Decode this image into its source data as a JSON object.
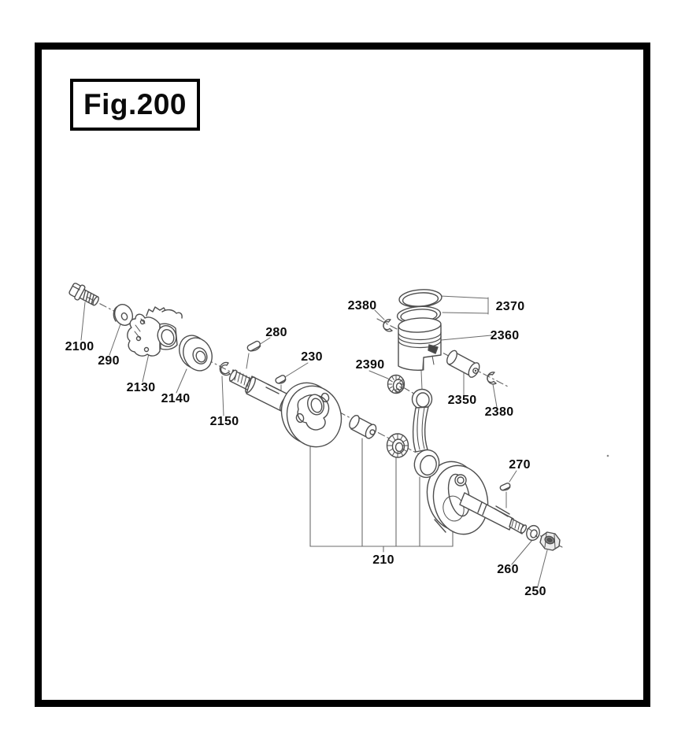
{
  "figure": {
    "title": "Fig.200"
  },
  "callouts": [
    {
      "id": "2100",
      "label": "2100"
    },
    {
      "id": "290",
      "label": "290"
    },
    {
      "id": "2130",
      "label": "2130"
    },
    {
      "id": "2140",
      "label": "2140"
    },
    {
      "id": "2150",
      "label": "2150"
    },
    {
      "id": "280",
      "label": "280"
    },
    {
      "id": "230",
      "label": "230"
    },
    {
      "id": "2390",
      "label": "2390"
    },
    {
      "id": "2380-top",
      "label": "2380"
    },
    {
      "id": "2370",
      "label": "2370"
    },
    {
      "id": "2360",
      "label": "2360"
    },
    {
      "id": "2350",
      "label": "2350"
    },
    {
      "id": "2380-bottom",
      "label": "2380"
    },
    {
      "id": "210",
      "label": "210"
    },
    {
      "id": "270",
      "label": "270"
    },
    {
      "id": "260",
      "label": "260"
    },
    {
      "id": "250",
      "label": "250"
    }
  ],
  "colors": {
    "background": "#ffffff",
    "border": "#000000",
    "drawing_line": "#4e4e4e",
    "leader_line": "#6b6b6b",
    "label_text": "#0b0b0b"
  }
}
